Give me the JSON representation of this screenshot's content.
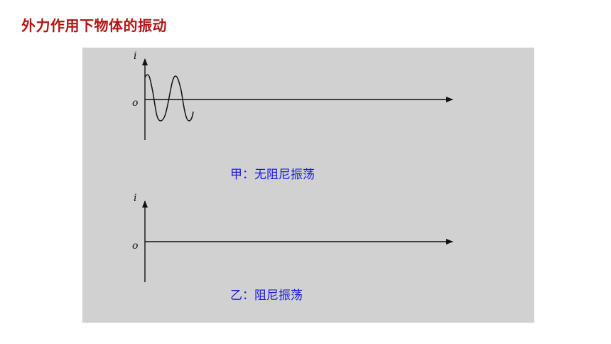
{
  "title": "外力作用下物体的振动",
  "colors": {
    "title": "#b01515",
    "panel_background": "#d1d1d1",
    "caption": "#1a1ad8",
    "axis": "#111111"
  },
  "graphs": [
    {
      "id": "jia",
      "y_axis_label": "i",
      "origin_label": "o",
      "caption": "甲：无阻尼振荡",
      "curve": "undamped oscillation"
    },
    {
      "id": "yi",
      "y_axis_label": "i",
      "origin_label": "o",
      "caption": "乙：阻尼振荡",
      "curve": "none"
    }
  ]
}
